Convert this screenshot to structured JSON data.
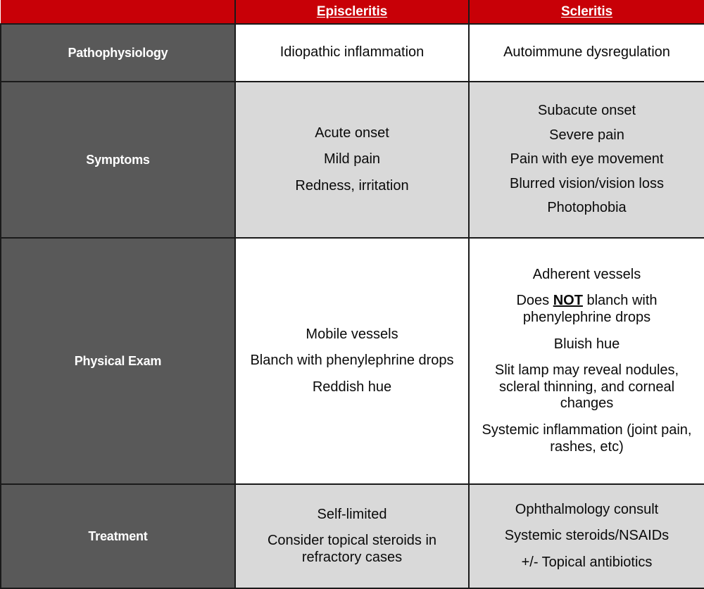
{
  "colors": {
    "header_background": "#C80007",
    "label_background": "#595959",
    "band_gray": "#D9D9D9",
    "band_white": "#FFFFFF",
    "border": "#1A1A1A",
    "text": "#0A0A0A",
    "header_text": "#FFFFFF"
  },
  "table": {
    "corner_label": "",
    "columns": [
      {
        "key": "condition",
        "label": ""
      },
      {
        "key": "episcleritis",
        "label": "Episcleritis"
      },
      {
        "key": "scleritis",
        "label": "Scleritis"
      }
    ],
    "rows": [
      {
        "label": "Pathophysiology",
        "band": "white",
        "episcleritis": [
          "Idiopathic inflammation"
        ],
        "scleritis": [
          "Autoimmune dysregulation"
        ]
      },
      {
        "label": "Symptoms",
        "band": "gray",
        "episcleritis": [
          "Acute onset",
          "Mild pain",
          "Redness, irritation"
        ],
        "scleritis": [
          "Subacute onset",
          "Severe pain",
          "Pain with eye movement",
          "Blurred vision/vision loss",
          "Photophobia"
        ]
      },
      {
        "label": "Physical Exam",
        "band": "white",
        "episcleritis": [
          "Mobile vessels",
          "Blanch with phenylephrine drops",
          "Reddish hue"
        ],
        "scleritis": [
          "Adherent vessels",
          "Does NOT blanch with phenylephrine drops",
          "Bluish hue",
          "Slit lamp may reveal nodules, scleral thinning, and corneal changes",
          "Systemic inflammation (joint pain, rashes, etc)"
        ],
        "scleritis_emphasis": {
          "line_index": 1,
          "before": "Does ",
          "emphasized": "NOT",
          "after": " blanch with phenylephrine drops"
        }
      },
      {
        "label": "Treatment",
        "band": "gray",
        "episcleritis": [
          "Self-limited",
          "Consider topical steroids in refractory cases"
        ],
        "scleritis": [
          "Ophthalmology consult",
          "Systemic steroids/NSAIDs",
          "+/- Topical antibiotics"
        ]
      }
    ]
  }
}
